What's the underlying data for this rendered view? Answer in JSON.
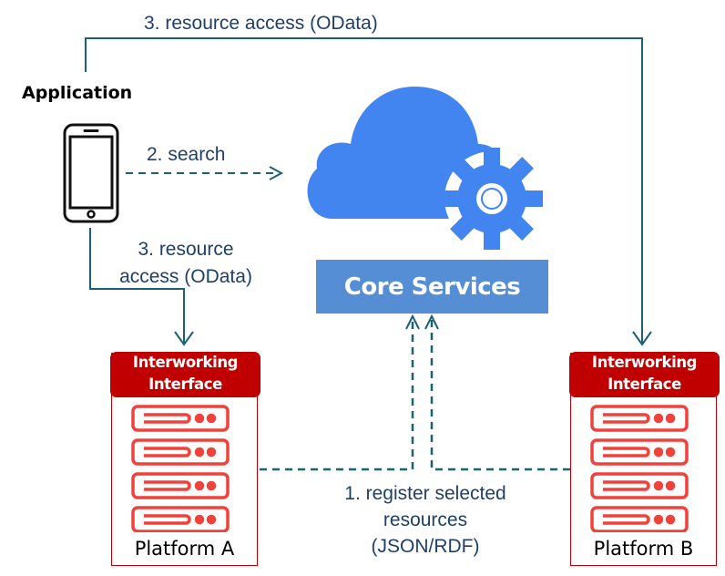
{
  "diagram": {
    "application": {
      "title": "Application",
      "icon": "smartphone-icon"
    },
    "core_services": {
      "label": "Core Services",
      "icon": "cloud-gear-icon"
    },
    "platforms": [
      {
        "name": "Platform A",
        "interface_label_line1": "Interworking",
        "interface_label_line2": "Interface",
        "icon": "server-rack-icon"
      },
      {
        "name": "Platform B",
        "interface_label_line1": "Interworking",
        "interface_label_line2": "Interface",
        "icon": "server-rack-icon"
      }
    ],
    "edges": {
      "top_access": {
        "label": "3. resource access (OData)",
        "from": "Application",
        "to": "Platform B",
        "style": "solid"
      },
      "search": {
        "label": "2. search",
        "from": "Application",
        "to": "Core Services",
        "style": "dashed"
      },
      "left_access": {
        "line1": "3. resource",
        "line2": "access (OData)",
        "from": "Application",
        "to": "Platform A",
        "style": "solid"
      },
      "register": {
        "line1": "1. register selected",
        "line2": "resources",
        "line3": "(JSON/RDF)",
        "from": [
          "Platform A",
          "Platform B"
        ],
        "to": "Core Services",
        "style": "dashed"
      }
    },
    "colors": {
      "arrow": "#1b6075",
      "label_text": "#1f3f6b",
      "cloud": "#4285f0",
      "core_box": "#558ed5",
      "interface": "#c00000",
      "server": "#f0413b"
    }
  }
}
